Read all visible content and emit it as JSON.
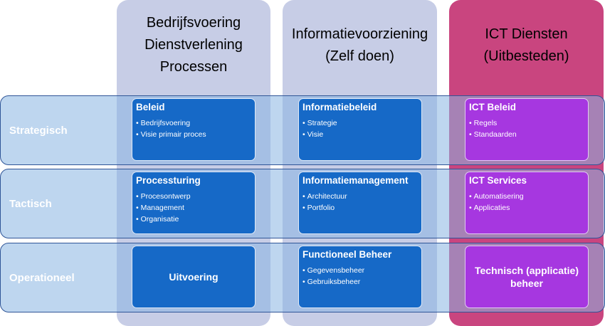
{
  "columns": [
    {
      "lines": [
        "Bedrijfsvoering",
        "Dienstverlening",
        "Processen"
      ],
      "color": "#c7cde6"
    },
    {
      "lines": [
        "Informatievoorziening",
        "(Zelf doen)"
      ],
      "color": "#c7cde6"
    },
    {
      "lines": [
        "ICT Diensten",
        "(Uitbesteden)"
      ],
      "color": "#c9457f"
    }
  ],
  "rows": [
    {
      "label": "Strategisch"
    },
    {
      "label": "Tactisch"
    },
    {
      "label": "Operationeel"
    }
  ],
  "cells": {
    "strategisch": [
      {
        "title": "Beleid",
        "items": [
          "Bedrijfsvoering",
          "Visie primair proces"
        ]
      },
      {
        "title": "Informatiebeleid",
        "items": [
          "Strategie",
          "Visie"
        ]
      },
      {
        "title": "ICT Beleid",
        "items": [
          "Regels",
          "Standaarden"
        ]
      }
    ],
    "tactisch": [
      {
        "title": "Processturing",
        "items": [
          "Procesontwerp",
          "Management",
          "Organisatie"
        ]
      },
      {
        "title": "Informatiemanagement",
        "items": [
          "Architectuur",
          "Portfolio"
        ]
      },
      {
        "title": "ICT Services",
        "items": [
          "Automatisering",
          "Applicaties"
        ]
      }
    ],
    "operationeel": [
      {
        "text": "Uitvoering"
      },
      {
        "title": "Functioneel Beheer",
        "items": [
          "Gegevensbeheer",
          "Gebruiksbeheer"
        ]
      },
      {
        "text": "Technisch (applicatie) beheer"
      }
    ]
  },
  "colors": {
    "box_blue": "#1669c7",
    "box_purple": "#a637e0",
    "row_band": "#89b4e2"
  }
}
